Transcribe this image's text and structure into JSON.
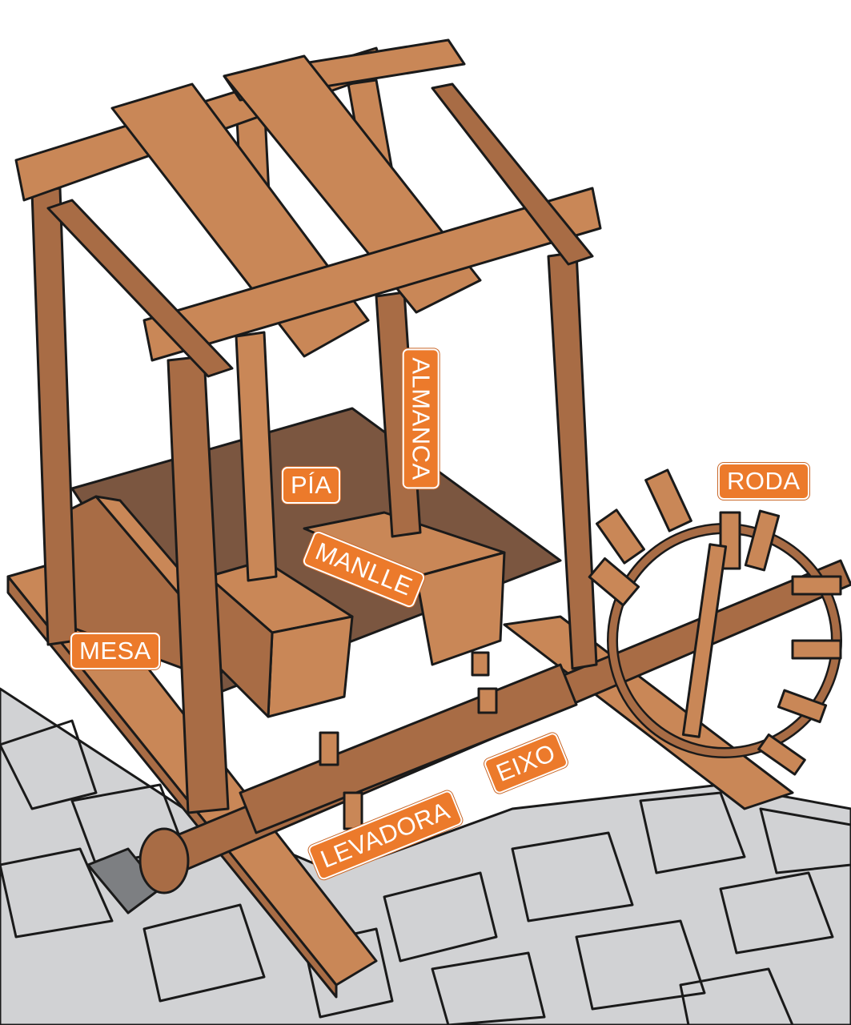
{
  "diagram": {
    "labels": {
      "almanca": "ALMANCA",
      "pia": "PÍA",
      "manlle": "MANLLE",
      "roda": "RODA",
      "mesa": "MESA",
      "eixo": "EIXO",
      "levadora": "LEVADORA"
    },
    "colors": {
      "wood_light": "#c98757",
      "wood_dark": "#7b5640",
      "wood_mid": "#a86c45",
      "label_bg": "#ec7a2b",
      "stone": "#d1d2d4",
      "outline": "#1a1a1a"
    }
  }
}
